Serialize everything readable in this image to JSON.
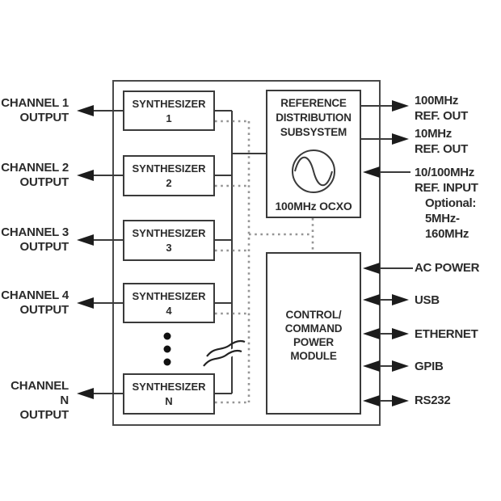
{
  "diagram_type": "block-diagram",
  "channels": [
    {
      "name": "CHANNEL 1",
      "output": "OUTPUT",
      "synth": "SYNTHESIZER",
      "num": "1"
    },
    {
      "name": "CHANNEL 2",
      "output": "OUTPUT",
      "synth": "SYNTHESIZER",
      "num": "2"
    },
    {
      "name": "CHANNEL 3",
      "output": "OUTPUT",
      "synth": "SYNTHESIZER",
      "num": "3"
    },
    {
      "name": "CHANNEL 4",
      "output": "OUTPUT",
      "synth": "SYNTHESIZER",
      "num": "4"
    },
    {
      "name": "CHANNEL N",
      "output": "OUTPUT",
      "synth": "SYNTHESIZER",
      "num": "N"
    }
  ],
  "reference": {
    "line1": "REFERENCE",
    "line2": "DISTRIBUTION",
    "line3": "SUBSYSTEM",
    "ocxo": "100MHz OCXO",
    "oscillator_icon": "sine-wave-in-circle"
  },
  "control": {
    "line1": "CONTROL/",
    "line2": "COMMAND",
    "line3": "POWER",
    "line4": "MODULE"
  },
  "ref_ports": [
    {
      "line1": "100MHz",
      "line2": "REF. OUT",
      "direction": "output"
    },
    {
      "line1": "10MHz",
      "line2": "REF. OUT",
      "direction": "output"
    },
    {
      "line1": "10/100MHz",
      "line2": "REF. INPUT",
      "line3": "Optional:",
      "line4": "5MHz-160MHz",
      "direction": "input"
    }
  ],
  "io_ports": [
    {
      "label": "AC POWER",
      "direction": "input"
    },
    {
      "label": "USB",
      "direction": "bidirectional"
    },
    {
      "label": "ETHERNET",
      "direction": "bidirectional"
    },
    {
      "label": "GPIB",
      "direction": "bidirectional"
    },
    {
      "label": "RS232",
      "direction": "bidirectional"
    }
  ],
  "colors": {
    "background": "#ffffff",
    "solid_line": "#3a3a3a",
    "dotted_line": "#959595",
    "arrowhead": "#1c1c1c",
    "text": "#2b2b2b"
  }
}
